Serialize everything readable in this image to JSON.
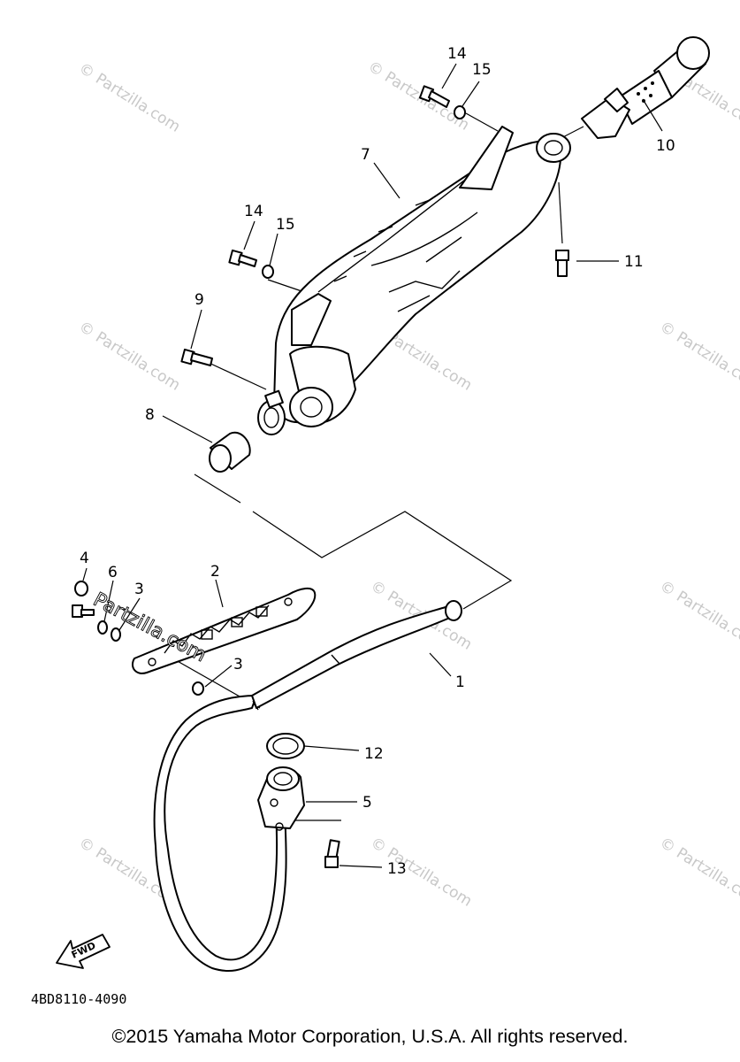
{
  "callouts": [
    {
      "id": "1",
      "label": "1"
    },
    {
      "id": "2",
      "label": "2"
    },
    {
      "id": "3a",
      "label": "3"
    },
    {
      "id": "3b",
      "label": "3"
    },
    {
      "id": "4",
      "label": "4"
    },
    {
      "id": "5",
      "label": "5"
    },
    {
      "id": "6",
      "label": "6"
    },
    {
      "id": "7",
      "label": "7"
    },
    {
      "id": "8",
      "label": "8"
    },
    {
      "id": "9",
      "label": "9"
    },
    {
      "id": "10",
      "label": "10"
    },
    {
      "id": "11",
      "label": "11"
    },
    {
      "id": "12",
      "label": "12"
    },
    {
      "id": "13",
      "label": "13"
    },
    {
      "id": "14a",
      "label": "14"
    },
    {
      "id": "14b",
      "label": "14"
    },
    {
      "id": "15a",
      "label": "15"
    },
    {
      "id": "15b",
      "label": "15"
    }
  ],
  "fwd_label": "FWD",
  "diagram_code": "4BD8110-4090",
  "watermark_text": "© Partzilla.com",
  "overlay_watermark": "Partzilla.com",
  "copyright": "©2015 Yamaha Motor Corporation, U.S.A. All rights reserved.",
  "colors": {
    "line": "#000000",
    "watermark": "#c8c8c8",
    "background": "#ffffff"
  }
}
